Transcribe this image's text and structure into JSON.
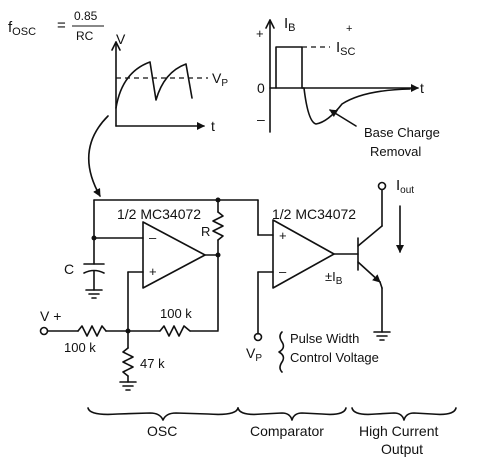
{
  "formula": {
    "lhs_main": "f",
    "lhs_sub": "OSC",
    "equals": "=",
    "numerator": "0.85",
    "denominator": "RC"
  },
  "osc_waveform": {
    "y_label": "V",
    "x_label": "t",
    "ref_main": "V",
    "ref_sub": "P"
  },
  "base_waveform": {
    "plus_left": "+",
    "plus_right": "+",
    "ib_main": "I",
    "ib_sub": "B",
    "isc_main": "I",
    "isc_sub": "SC",
    "zero": "0",
    "minus": "–",
    "x_label": "t",
    "annotation_line1": "Base Charge",
    "annotation_line2": "Removal"
  },
  "circuit": {
    "opamp1_label": "1/2 MC34072",
    "opamp2_label": "1/2 MC34072",
    "r_label": "R",
    "c_label": "C",
    "vplus_label": "V +",
    "r1_label": "100 k",
    "r2_label": "100 k",
    "r3_label": "47 k",
    "vp_main": "V",
    "vp_sub": "P",
    "pulse_line1": "Pulse Width",
    "pulse_line2": "Control Voltage",
    "ib_pm": "±I",
    "ib_sub": "B",
    "iout_main": "I",
    "iout_sub": "out",
    "plus_sign": "+",
    "minus_sign": "–"
  },
  "sections": {
    "osc": "OSC",
    "comparator": "Comparator",
    "output_line1": "High Current",
    "output_line2": "Output"
  }
}
